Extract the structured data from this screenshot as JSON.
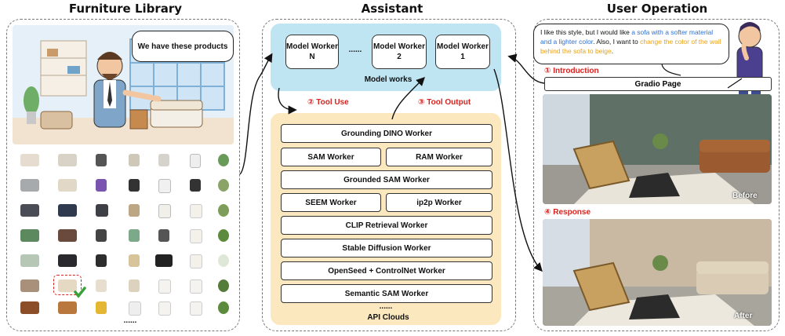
{
  "titles": {
    "furniture_library": "Furniture Library",
    "assistant": "Assistant",
    "user_operation": "User Operation"
  },
  "furniture": {
    "speech": "We have these products",
    "ellipsis": "......"
  },
  "assistant": {
    "model_workers": [
      "Model Worker N",
      "......",
      "Model Worker 2",
      "Model Worker 1"
    ],
    "model_works_label": "Model works",
    "tool_use": "② Tool Use",
    "tool_output": "③ Tool Output",
    "workers": {
      "grounding_dino": "Grounding DINO Worker",
      "sam": "SAM Worker",
      "ram": "RAM Worker",
      "grounded_sam": "Grounded SAM Worker",
      "seem": "SEEM Worker",
      "ip2p": "ip2p Worker",
      "clip": "CLIP Retrieval Worker",
      "stable_diffusion": "Stable Diffusion Worker",
      "openseed": "OpenSeed + ControlNet Worker",
      "semantic_sam": "Semantic SAM Worker"
    },
    "ellipsis": "......",
    "api_clouds": "API Clouds"
  },
  "user": {
    "request_parts": [
      {
        "text": "I like this style, but I would like ",
        "color": "#111111"
      },
      {
        "text": "a sofa with a softer material and a lighter color",
        "color": "#2f6fd0"
      },
      {
        "text": ". Also, I want to ",
        "color": "#111111"
      },
      {
        "text": "change the color of the wall behind the sofa to beige",
        "color": "#e8a21a"
      },
      {
        "text": ".",
        "color": "#111111"
      }
    ],
    "introduction": "① Introduction",
    "gradio_page": "Gradio Page",
    "response": "④ Response",
    "before": "Before",
    "after": "After"
  },
  "colors": {
    "model_bg": "#bfe4f2",
    "api_bg": "#fbe8bf",
    "red": "#d8231f",
    "blue_text": "#2f6fd0",
    "orange_text": "#e8a21a"
  }
}
